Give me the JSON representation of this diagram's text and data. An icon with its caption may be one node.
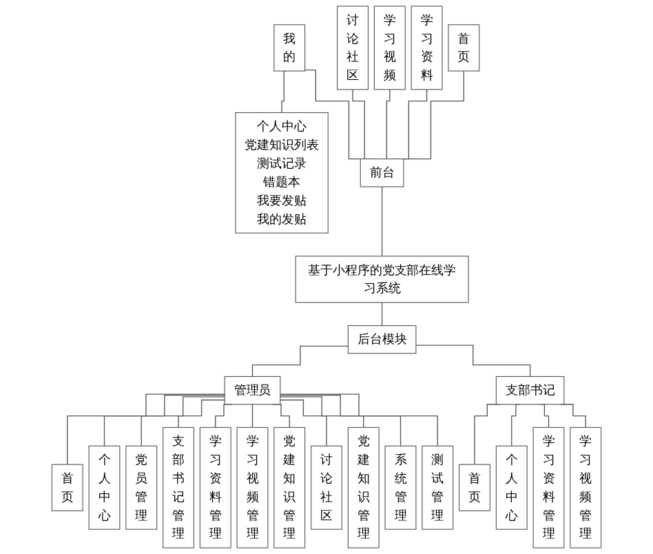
{
  "diagram": {
    "nodes": [
      {
        "text": [
          "首页"
        ]
      },
      {
        "text": [
          "学习资料"
        ]
      },
      {
        "text": [
          "学习视频"
        ]
      },
      {
        "text": [
          "讨论社区"
        ]
      },
      {
        "text": [
          "我的"
        ]
      },
      {
        "text": [
          "个人中心",
          "党建知识列表",
          "测试记录",
          "错题本",
          "我要发贴",
          "我的发贴"
        ]
      },
      {
        "text": [
          "前台"
        ]
      },
      {
        "text": [
          "基于小程序的党支部在线学习系统"
        ]
      },
      {
        "text": [
          "后台模块"
        ]
      },
      {
        "text": [
          "管理员"
        ]
      },
      {
        "text": [
          "支部书记"
        ]
      },
      {
        "text": [
          "首页"
        ]
      },
      {
        "text": [
          "个人中心"
        ]
      },
      {
        "text": [
          "党员管理"
        ]
      },
      {
        "text": [
          "支部书记管理"
        ]
      },
      {
        "text": [
          "学习资料管理"
        ]
      },
      {
        "text": [
          "学习视频管理"
        ]
      },
      {
        "text": [
          "党建知识管理"
        ]
      },
      {
        "text": [
          "讨论社区"
        ]
      },
      {
        "text": [
          "党建知识管理"
        ]
      },
      {
        "text": [
          "系统管理"
        ]
      },
      {
        "text": [
          "测试管理"
        ]
      },
      {
        "text": [
          "首页"
        ]
      },
      {
        "text": [
          "个人中心"
        ]
      },
      {
        "text": [
          "学习资料管理"
        ]
      },
      {
        "text": [
          "学习视频管理"
        ]
      }
    ],
    "edges": [
      {
        "from": 0,
        "to": 6,
        "arrow": "none"
      },
      {
        "from": 1,
        "to": 6,
        "arrow": "none"
      },
      {
        "from": 2,
        "to": 6,
        "arrow": "none"
      },
      {
        "from": 3,
        "to": 6,
        "arrow": "none"
      },
      {
        "from": 4,
        "to": 6,
        "arrow": "none"
      },
      {
        "from": 4,
        "to": 5,
        "arrow": "none"
      },
      {
        "from": 6,
        "to": 7,
        "arrow": "none"
      },
      {
        "from": 7,
        "to": 8,
        "arrow": "none"
      },
      {
        "from": 8,
        "to": 9,
        "arrow": "none"
      },
      {
        "from": 8,
        "to": 10,
        "arrow": "none"
      },
      {
        "from": 9,
        "to": 11,
        "arrow": "none"
      },
      {
        "from": 9,
        "to": 12,
        "arrow": "none"
      },
      {
        "from": 9,
        "to": 13,
        "arrow": "none"
      },
      {
        "from": 9,
        "to": 14,
        "arrow": "none"
      },
      {
        "from": 9,
        "to": 15,
        "arrow": "none"
      },
      {
        "from": 9,
        "to": 16,
        "arrow": "none"
      },
      {
        "from": 9,
        "to": 17,
        "arrow": "none"
      },
      {
        "from": 9,
        "to": 18,
        "arrow": "none"
      },
      {
        "from": 9,
        "to": 19,
        "arrow": "none"
      },
      {
        "from": 9,
        "to": 20,
        "arrow": "none"
      },
      {
        "from": 9,
        "to": 21,
        "arrow": "none"
      },
      {
        "from": 10,
        "to": 22,
        "arrow": "none"
      },
      {
        "from": 10,
        "to": 23,
        "arrow": "none"
      },
      {
        "from": 10,
        "to": 24,
        "arrow": "none"
      },
      {
        "from": 10,
        "to": 25,
        "arrow": "none"
      }
    ]
  }
}
